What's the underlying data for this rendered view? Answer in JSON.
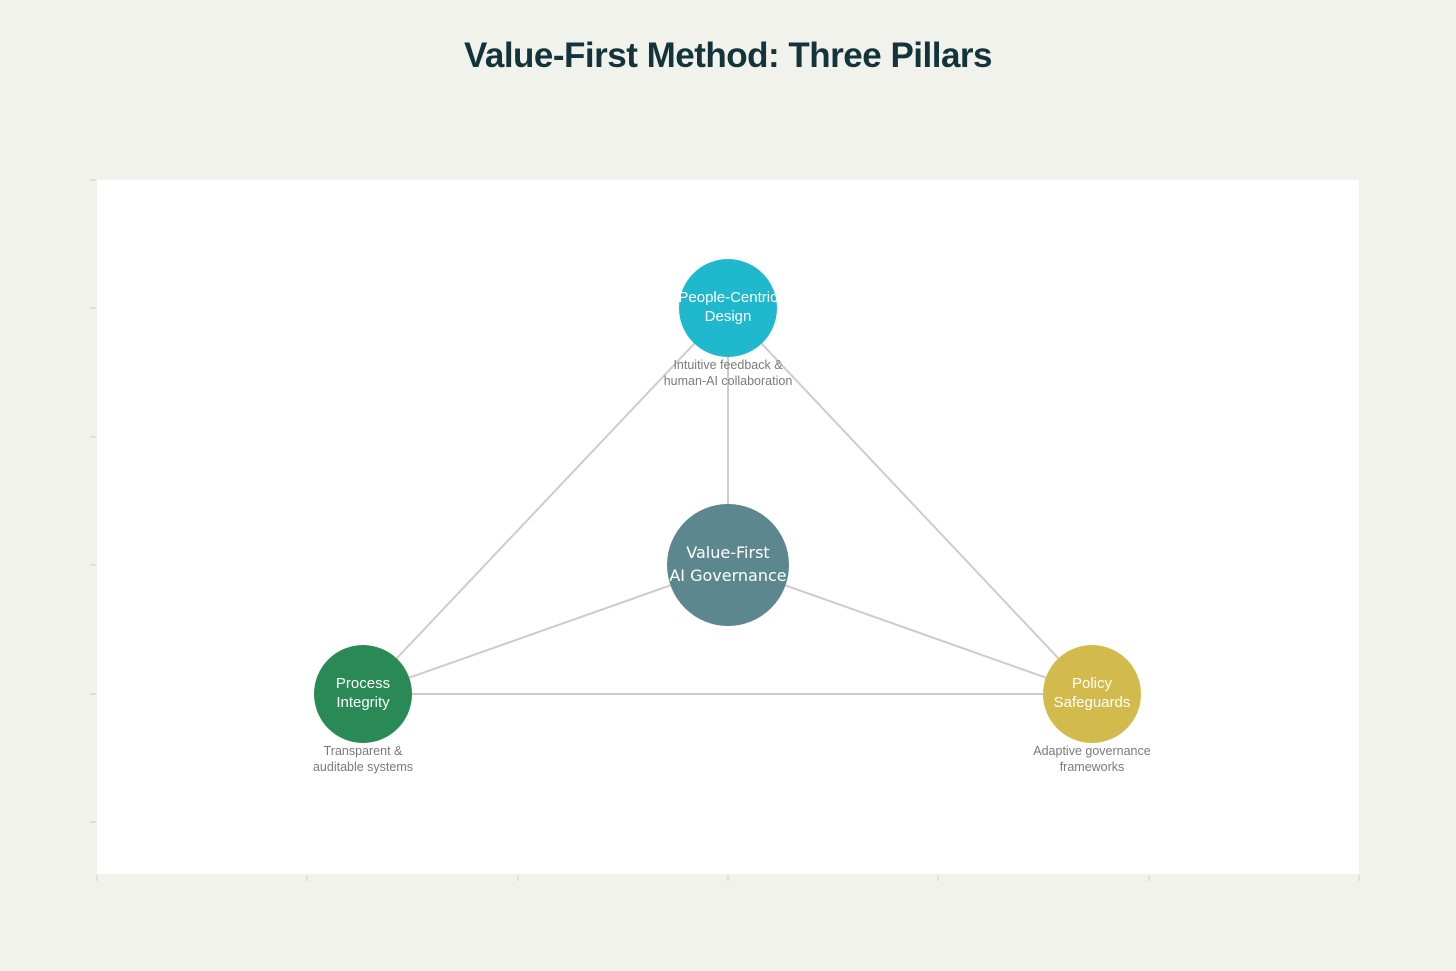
{
  "title": "Value-First Method: Three Pillars",
  "colors": {
    "background": "#f2f2ed",
    "plot_background": "#ffffff",
    "edge": "#cccccc",
    "center": "#5d878f",
    "people": "#1fb8cd",
    "process": "#2a8a55",
    "policy": "#d2ba4c",
    "title": "#13343b",
    "description": "#7a7a7a"
  },
  "center": {
    "line1": "Value-First",
    "line2": "AI Governance"
  },
  "pillars": [
    {
      "id": "people",
      "line1": "People-Centric",
      "line2": "Design",
      "desc1": "Intuitive feedback &",
      "desc2": "human-AI collaboration"
    },
    {
      "id": "process",
      "line1": "Process",
      "line2": "Integrity",
      "desc1": "Transparent &",
      "desc2": "auditable systems"
    },
    {
      "id": "policy",
      "line1": "Policy",
      "line2": "Safeguards",
      "desc1": "Adaptive governance",
      "desc2": "frameworks"
    }
  ],
  "edges": [
    [
      "people",
      "process"
    ],
    [
      "people",
      "policy"
    ],
    [
      "process",
      "policy"
    ],
    [
      "center",
      "people"
    ],
    [
      "center",
      "process"
    ],
    [
      "center",
      "policy"
    ]
  ]
}
